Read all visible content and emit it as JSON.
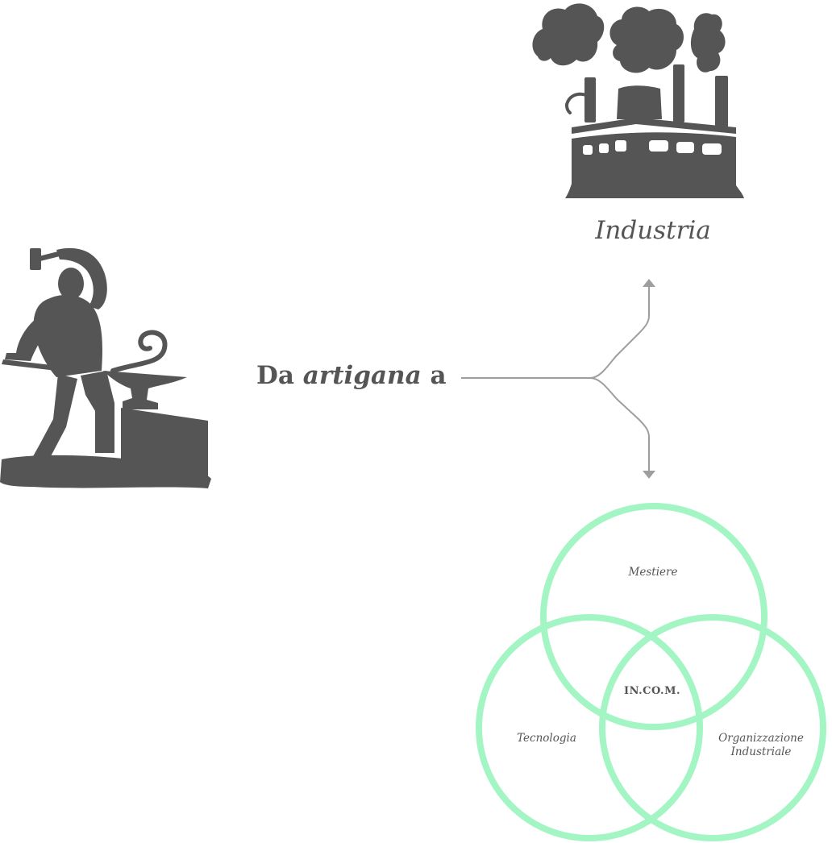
{
  "lead_text": {
    "prefix": "Da",
    "emphasis": "artigana",
    "suffix": "a"
  },
  "industry": {
    "label": "Industria",
    "icon": "factory-icon"
  },
  "craft": {
    "icon": "blacksmith-icon"
  },
  "connector": {
    "color": "#9e9e9e"
  },
  "venn": {
    "ring_color": "#a3f5c3",
    "top": "Mestiere",
    "left": "Tecnologia",
    "right_line1": "Organizzazione",
    "right_line2": "Industriale",
    "center": "IN.CO.M."
  },
  "colors": {
    "silhouette": "#555555",
    "text": "#555555"
  }
}
